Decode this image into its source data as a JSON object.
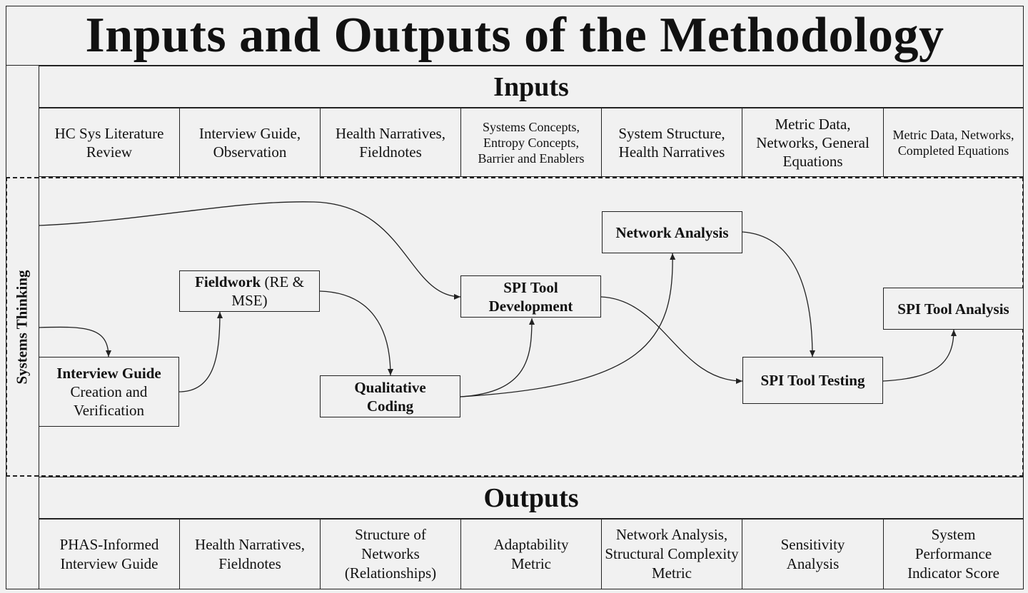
{
  "title": "Inputs and Outputs of the Methodology",
  "side_label": "Systems Thinking",
  "inputs": {
    "heading": "Inputs",
    "cells": [
      "HC Sys Literature Review",
      "Interview Guide, Observation",
      "Health Narratives, Fieldnotes",
      "Systems Concepts, Entropy Concepts, Barrier and Enablers",
      "System Structure, Health Narratives",
      "Metric Data, Networks, General Equations",
      "Metric Data, Networks, Completed Equations"
    ]
  },
  "process": {
    "interview_guide": {
      "bold": "Interview Guide",
      "rest": "Creation and Verification"
    },
    "fieldwork": {
      "bold": "Fieldwork",
      "rest": " (RE & MSE)"
    },
    "qualitative_coding": {
      "bold": "Qualitative Coding"
    },
    "spi_tool_development": {
      "bold": "SPI Tool Development"
    },
    "network_analysis": {
      "bold": "Network Analysis"
    },
    "spi_tool_testing": {
      "bold": "SPI Tool Testing"
    },
    "spi_tool_analysis": {
      "bold": "SPI Tool Analysis"
    }
  },
  "outputs": {
    "heading": "Outputs",
    "cells": [
      "PHAS-Informed Interview Guide",
      "Health Narratives, Fieldnotes",
      "Structure of Networks (Relationships)",
      "Adaptability Metric",
      "Network Analysis, Structural Complexity Metric",
      "Sensitivity Analysis",
      "System Performance Indicator Score"
    ]
  }
}
